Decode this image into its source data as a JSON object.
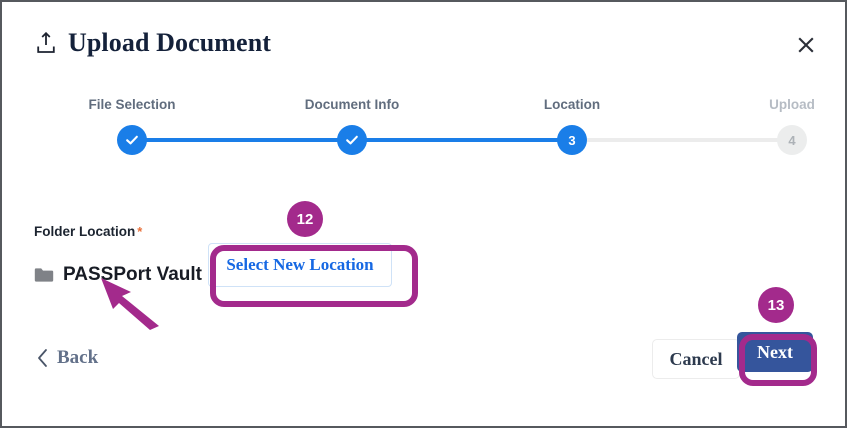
{
  "dialog": {
    "title": "Upload Document",
    "upload_icon": "upload-icon",
    "close_icon": "close-icon"
  },
  "stepper": {
    "steps": [
      {
        "label": "File Selection",
        "marker": "✓",
        "state": "complete"
      },
      {
        "label": "Document Info",
        "marker": "✓",
        "state": "complete"
      },
      {
        "label": "Location",
        "marker": "3",
        "state": "active"
      },
      {
        "label": "Upload",
        "marker": "4",
        "state": "inactive"
      }
    ],
    "active_color": "#1a7ee8",
    "inactive_color": "#eceded"
  },
  "form": {
    "folder_location_label": "Folder Location",
    "required_marker": "*",
    "folder_icon": "folder-icon",
    "folder_value": "PASSPort Vault",
    "select_new_location_label": "Select New Location"
  },
  "footer": {
    "back_label": "Back",
    "back_icon": "chevron-left-icon",
    "cancel_label": "Cancel",
    "next_label": "Next"
  },
  "annotations": {
    "color": "#a32a8c",
    "badges": [
      {
        "id": "12",
        "target": "select-new-location-button"
      },
      {
        "id": "13",
        "target": "next-button"
      }
    ],
    "arrow": {
      "points_to": "folder-value",
      "direction": "up-left"
    }
  }
}
